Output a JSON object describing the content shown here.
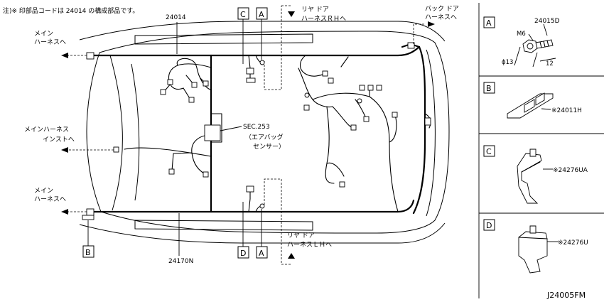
{
  "note": "注)※ 印部品コードは 24014 の構成部品です。",
  "part_top": "24014",
  "part_bottom": "24170N",
  "diagram_code": "J24005FM",
  "sec": "SEC.253",
  "sec_sub1": "（エアバッグ",
  "sec_sub2": "センサー）",
  "rear_door_rh": {
    "line1": "リヤ ドア",
    "line2": "ハーネスＲＨへ"
  },
  "rear_door_lh": {
    "line1": "リヤ ドア",
    "line2": "ハーネスＬＨへ"
  },
  "back_door": {
    "line1": "バック ドア",
    "line2": "ハーネスへ"
  },
  "main_top": {
    "line1": "メイン",
    "line2": "ハーネスへ"
  },
  "main_inst": {
    "line1": "メインハーネス",
    "line2": "インストへ"
  },
  "main_bottom": {
    "line1": "メイン",
    "line2": "ハーネスへ"
  },
  "callouts": {
    "top_c": "C",
    "top_a": "A",
    "bottom_d": "D",
    "bottom_a": "A",
    "left_b": "B"
  },
  "panels": [
    {
      "letter": "A",
      "code": "24015D",
      "m6": "M6",
      "d13": "ϕ13",
      "len": "12"
    },
    {
      "letter": "B",
      "code": "※24011H"
    },
    {
      "letter": "C",
      "code": "※24276UA"
    },
    {
      "letter": "D",
      "code": "※24276U"
    }
  ],
  "icons": {
    "arrow_left": "arrow-left-icon",
    "arrow_right": "arrow-right-icon",
    "arrow_up": "arrow-up-icon",
    "arrow_down": "arrow-down-icon"
  }
}
